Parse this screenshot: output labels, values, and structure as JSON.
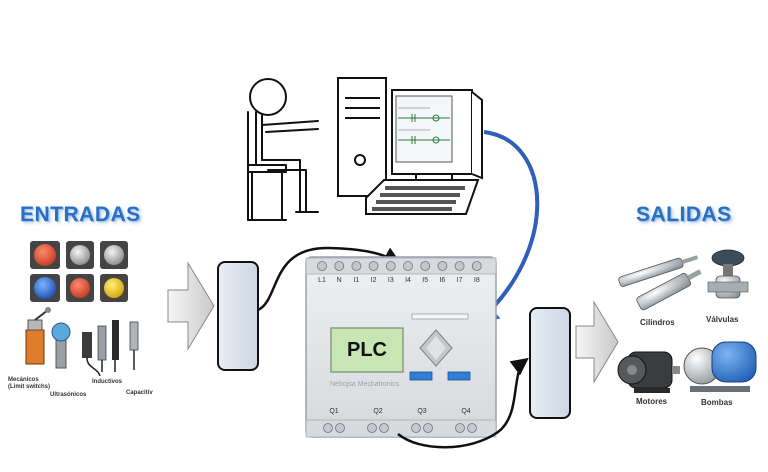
{
  "headings": {
    "inputs": "ENTRADAS",
    "outputs": "SALIDAS"
  },
  "input_labels": {
    "mecanicos": "Mecánicos",
    "limit_switch": "(Limit switchs)",
    "ultrasonicos": "Ultrasónicos",
    "inductivos": "Inductivos",
    "capacitiv": "Capacitiv"
  },
  "output_labels": {
    "cilindros": "Cilindros",
    "valvulas": "Válvulas",
    "motores": "Motores",
    "bombas": "Bombas"
  },
  "plc": {
    "label": "PLC",
    "brand": "Nebojsa Mechatronics",
    "input_terminals": [
      "L1",
      "N",
      "I1",
      "I2",
      "I3",
      "I4",
      "I5",
      "I6",
      "I7",
      "I8"
    ],
    "output_terminals": [
      "Q1",
      "Q2",
      "Q3",
      "Q4"
    ]
  },
  "colors": {
    "heading": "#2a6fc4",
    "connector_blue": "#2f5fb8",
    "module_fill": "#dde3ec",
    "plc_body": "#e4e6e8",
    "plc_screen": "#c8e6b4",
    "led_blue": "#2f7fd6"
  }
}
